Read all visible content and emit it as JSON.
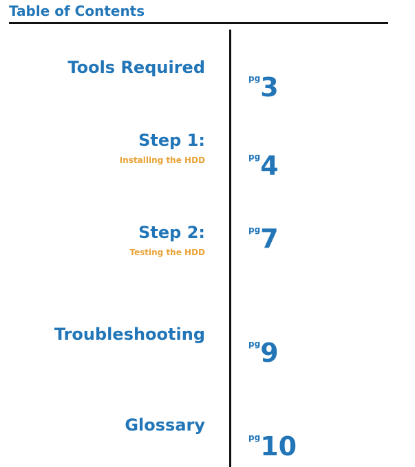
{
  "header": {
    "title": "Table of Contents"
  },
  "entries": [
    {
      "title": "Tools Required",
      "subtitle": "",
      "pg_label": "pg",
      "page": "3"
    },
    {
      "title": "Step 1:",
      "subtitle": "Installing the HDD",
      "pg_label": "pg",
      "page": "4"
    },
    {
      "title": "Step 2:",
      "subtitle": "Testing the HDD",
      "pg_label": "pg",
      "page": "7"
    },
    {
      "title": "Troubleshooting",
      "subtitle": "",
      "pg_label": "pg",
      "page": "9"
    },
    {
      "title": "Glossary",
      "subtitle": "",
      "pg_label": "pg",
      "page": "10"
    }
  ],
  "colors": {
    "heading_blue": "#2276b8",
    "subtitle_orange": "#e8a236",
    "rule_black": "#111111"
  }
}
